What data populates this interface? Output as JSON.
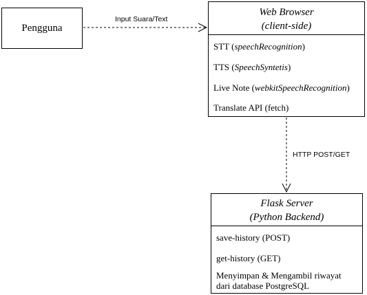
{
  "user": {
    "label": "Pengguna"
  },
  "edge_user_browser": {
    "label": "Input Suara/Text"
  },
  "browser": {
    "title_line1": "Web Browser",
    "title_line2": "(client-side)",
    "items": [
      {
        "prefix": "STT (",
        "italic": "speechRecognition",
        "suffix": ")"
      },
      {
        "prefix": "TTS (",
        "italic": "SpeechSyntetis",
        "suffix": ")"
      },
      {
        "prefix": "Live Note (",
        "italic": "webkitSpeechRecognition",
        "suffix": ")"
      },
      {
        "prefix": "Translate API (fetch)",
        "italic": "",
        "suffix": ""
      }
    ]
  },
  "edge_browser_server": {
    "label": "HTTP POST/GET"
  },
  "server": {
    "title_line1": "Flask Server",
    "title_line2": "(Python Backend)",
    "items": [
      {
        "text": "save-history (POST)"
      },
      {
        "text": "get-history (GET)"
      },
      {
        "text": "Menyimpan & Mengambil riwayat"
      },
      {
        "text": "dari database PostgreSQL"
      }
    ]
  }
}
